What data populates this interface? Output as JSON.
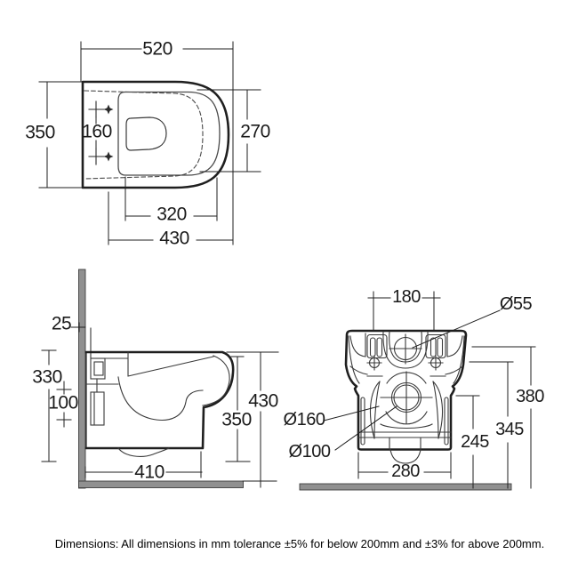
{
  "footer": {
    "note": "Dimensions: All dimensions in mm tolerance ±5% for below 200mm and ±3% for above 200mm."
  },
  "top_view": {
    "overall_width": "520",
    "overall_depth": "350",
    "fixing_hole_centres": "160",
    "seat_depth": "270",
    "bowl_length": "320",
    "overall_length": "430"
  },
  "side_view": {
    "wall_clearance": "25",
    "rear_fixing_height": "330",
    "fixing_centres_height": "100",
    "overall_height": "430",
    "bowl_height": "350",
    "projection": "410"
  },
  "rear_view": {
    "fixing_hole_centres": "180",
    "flush_inlet_diameter": "Ø55",
    "outlet_boss_diameter": "Ø160",
    "outlet_diameter": "Ø100",
    "base_width": "280",
    "outlet_centre_height": "245",
    "fixing_centre_height": "345",
    "inlet_centre_height": "380"
  },
  "colors": {
    "line": "#1f1f1f",
    "thin_line": "#3a3a3a",
    "wall_fill": "#909090",
    "background": "#ffffff"
  }
}
